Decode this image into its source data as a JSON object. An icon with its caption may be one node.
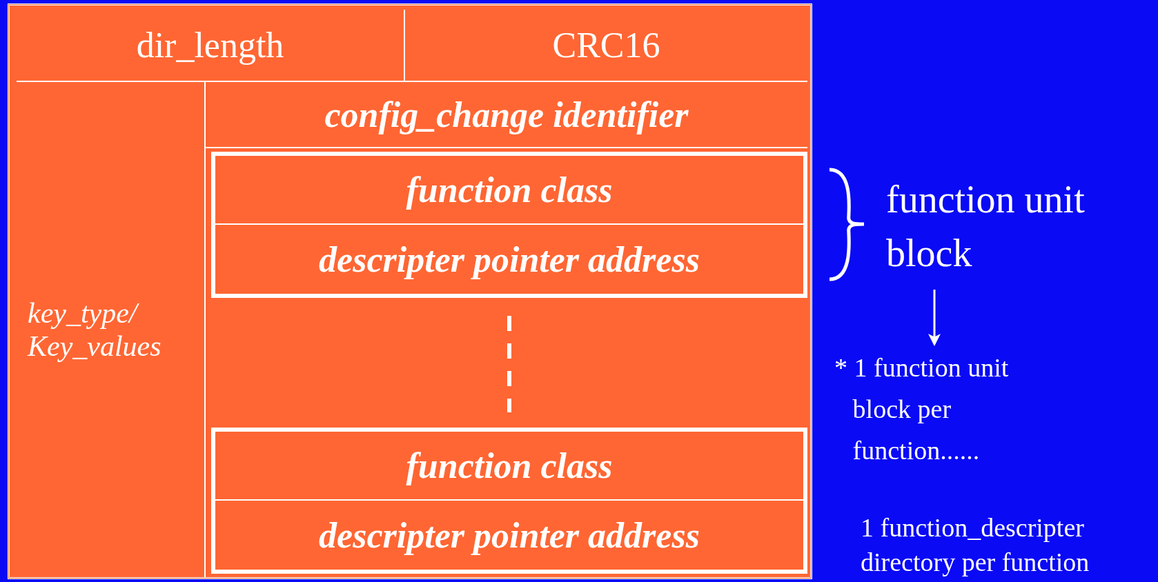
{
  "diagram": {
    "nodes": [
      {
        "text": [],
        "shape": "box"
      },
      {
        "text": [
          "dir_length"
        ],
        "in": 0
      },
      {
        "text": [
          "CRC16"
        ],
        "in": 0
      },
      {
        "text": [
          "key_type/ Key_values"
        ],
        "in": 0
      },
      {
        "text": [
          "config_change identifier"
        ],
        "in": 0
      },
      {
        "text": [],
        "shape": "box",
        "in": 0
      },
      {
        "text": [
          "function class"
        ],
        "in": 5
      },
      {
        "text": [
          "descripter pointer address"
        ],
        "in": 5
      },
      {
        "text": [],
        "shape": "box",
        "in": 0
      },
      {
        "text": [
          "function class"
        ],
        "in": 8
      },
      {
        "text": [
          "descripter pointer address"
        ],
        "in": 8
      },
      {
        "text": [
          "function unit block"
        ]
      },
      {
        "text": [
          "* 1 function unit block per function......"
        ]
      }
    ],
    "edges": [
      {
        "from": 11,
        "to": 12,
        "arrow": "to"
      }
    ],
    "labels": [
      "1 function_descripter directory per function"
    ]
  }
}
